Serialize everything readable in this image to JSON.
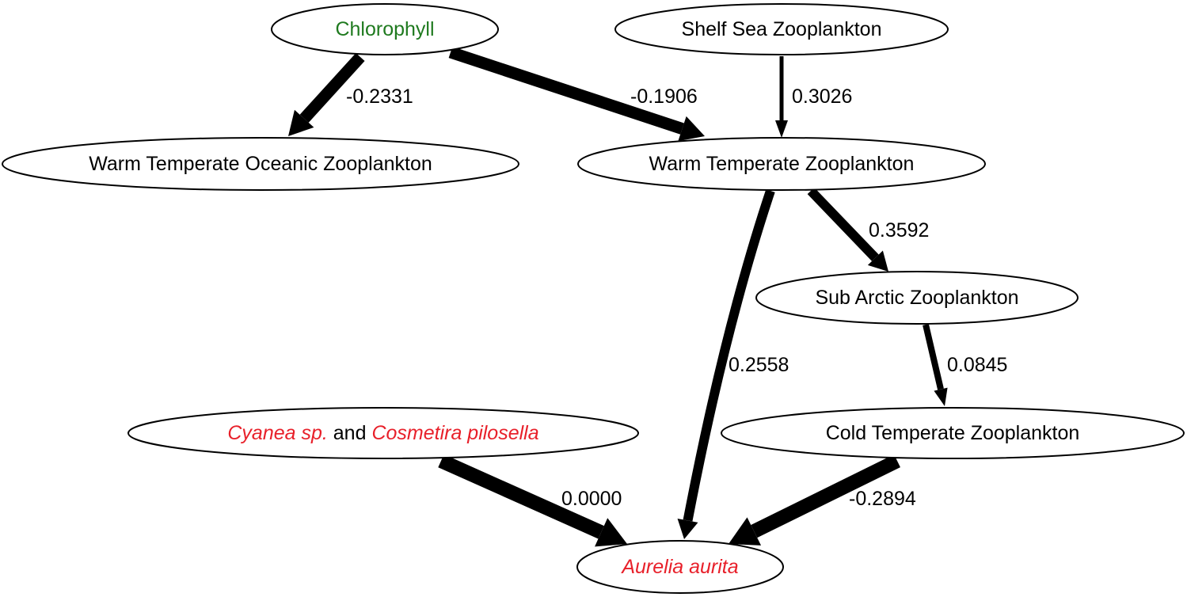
{
  "colors": {
    "chlorophyll": "#1f7a1f",
    "species": "#e8202a",
    "default": "#000000",
    "edge": "#000000"
  },
  "nodes": [
    {
      "id": "chlorophyll",
      "name": "node-chlorophyll",
      "segments": [
        {
          "text": "Chlorophyll",
          "color": "chlorophyll",
          "italic": false
        }
      ]
    },
    {
      "id": "shelf",
      "name": "node-shelf-sea-zooplankton",
      "segments": [
        {
          "text": "Shelf Sea Zooplankton",
          "color": "default",
          "italic": false
        }
      ]
    },
    {
      "id": "wto",
      "name": "node-warm-temperate-oceanic-zooplankton",
      "segments": [
        {
          "text": "Warm Temperate Oceanic Zooplankton",
          "color": "default",
          "italic": false
        }
      ]
    },
    {
      "id": "wt",
      "name": "node-warm-temperate-zooplankton",
      "segments": [
        {
          "text": "Warm Temperate Zooplankton",
          "color": "default",
          "italic": false
        }
      ]
    },
    {
      "id": "sa",
      "name": "node-sub-arctic-zooplankton",
      "segments": [
        {
          "text": "Sub Arctic Zooplankton",
          "color": "default",
          "italic": false
        }
      ]
    },
    {
      "id": "cyanea",
      "name": "node-cyanea-cosmetira",
      "segments": [
        {
          "text": "Cyanea sp.",
          "color": "species",
          "italic": true
        },
        {
          "text": " and ",
          "color": "default",
          "italic": false
        },
        {
          "text": "Cosmetira pilosella",
          "color": "species",
          "italic": true
        }
      ]
    },
    {
      "id": "ct",
      "name": "node-cold-temperate-zooplankton",
      "segments": [
        {
          "text": "Cold Temperate Zooplankton",
          "color": "default",
          "italic": false
        }
      ]
    },
    {
      "id": "aurelia",
      "name": "node-aurelia-aurita",
      "segments": [
        {
          "text": "Aurelia aurita",
          "color": "species",
          "italic": true
        }
      ]
    }
  ],
  "edges": [
    {
      "id": "e1",
      "from": "chlorophyll",
      "to": "wto",
      "label": "-0.2331"
    },
    {
      "id": "e2",
      "from": "chlorophyll",
      "to": "wt",
      "label": "-0.1906"
    },
    {
      "id": "e3",
      "from": "shelf",
      "to": "wt",
      "label": "0.3026"
    },
    {
      "id": "e4",
      "from": "wt",
      "to": "sa",
      "label": "0.3592"
    },
    {
      "id": "e5",
      "from": "wt",
      "to": "aurelia",
      "label": "0.2558"
    },
    {
      "id": "e6",
      "from": "sa",
      "to": "ct",
      "label": "0.0845"
    },
    {
      "id": "e7",
      "from": "cyanea",
      "to": "aurelia",
      "label": "0.0000"
    },
    {
      "id": "e8",
      "from": "ct",
      "to": "aurelia",
      "label": "-0.2894"
    }
  ]
}
